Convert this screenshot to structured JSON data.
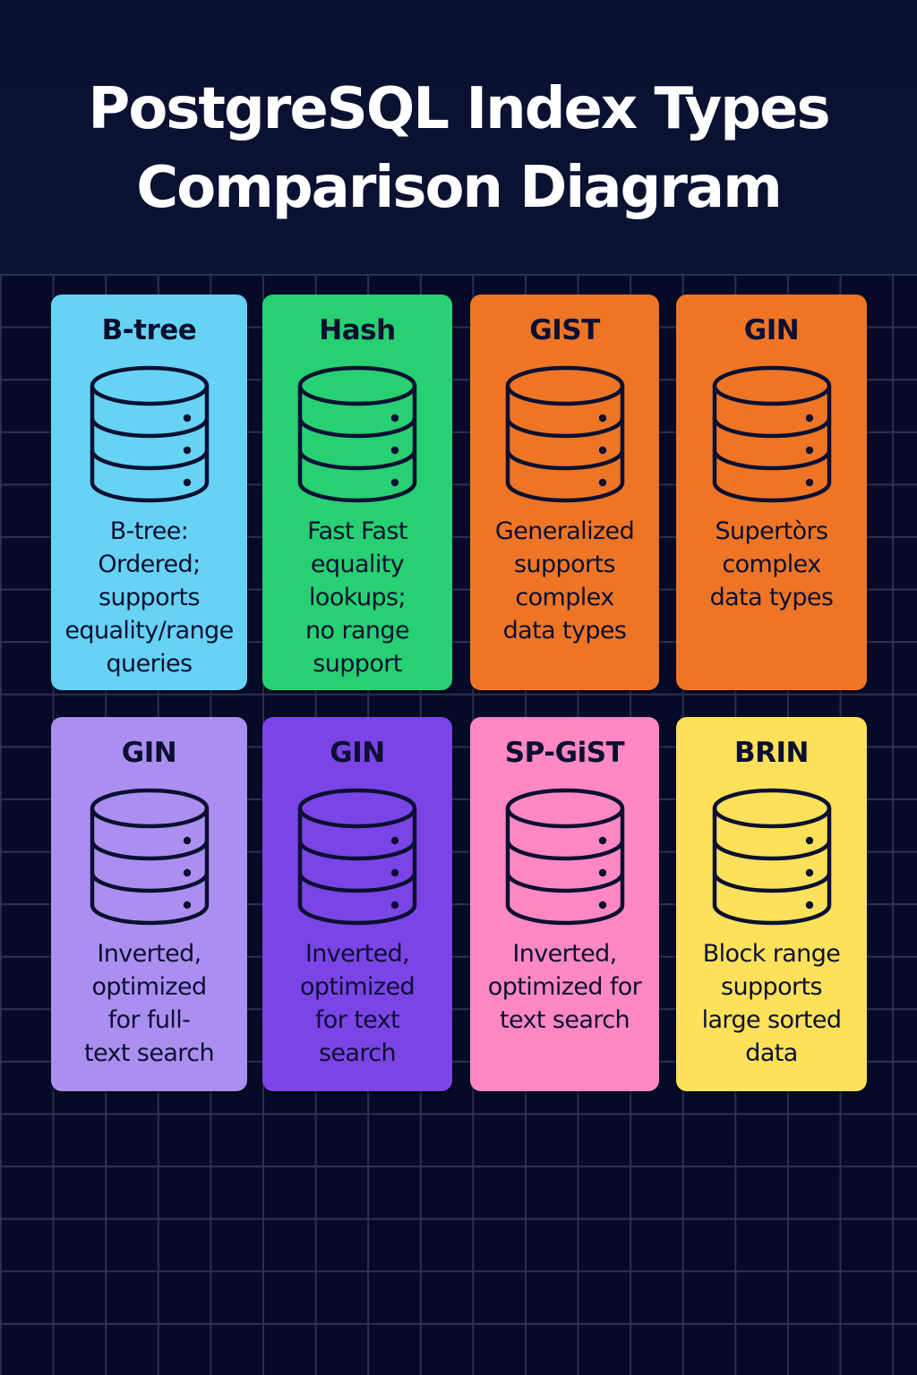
{
  "title": "PostgreSQL Index Types\nComparison Diagram",
  "title_lines": [
    "PostgreSQL Index Types",
    "Comparison Diagram"
  ],
  "colors": {
    "background": "#060c26",
    "grid_line": "#2a3050",
    "text_dark": "#0b1030",
    "title_text": "#ffffff"
  },
  "cards": [
    {
      "title": "B-tree",
      "icon": "database-icon",
      "color": "#66d3f5",
      "description": "B-tree:\nOrdered;\nsupports\nequality/range\nqueries"
    },
    {
      "title": "Hash",
      "icon": "database-icon",
      "color": "#26d073",
      "description": "Fast Fast\nequality\nlookups;\nno range\nsupport"
    },
    {
      "title": "GIST",
      "icon": "database-icon",
      "color": "#ee7526",
      "description": "Generalized\nsupports\ncomplex\ndata types"
    },
    {
      "title": "GIN",
      "icon": "database-icon",
      "color": "#ee7526",
      "description": "Supertòrs\ncomplex\ndata types"
    },
    {
      "title": "GIN",
      "icon": "database-icon",
      "color": "#ab8ff0",
      "description": "Inverted,\noptimized\nfor full-\ntext search"
    },
    {
      "title": "GIN",
      "icon": "database-icon",
      "color": "#7a44e6",
      "description": "Inverted,\noptimized\nfor text\nsearch"
    },
    {
      "title": "SP-GiST",
      "icon": "database-icon",
      "color": "#ff88c4",
      "description": "Inverted,\noptimized for\ntext search"
    },
    {
      "title": "BRIN",
      "icon": "database-icon",
      "color": "#fde15a",
      "description": "Block range\nsupports\nlarge sorted\ndata"
    }
  ]
}
